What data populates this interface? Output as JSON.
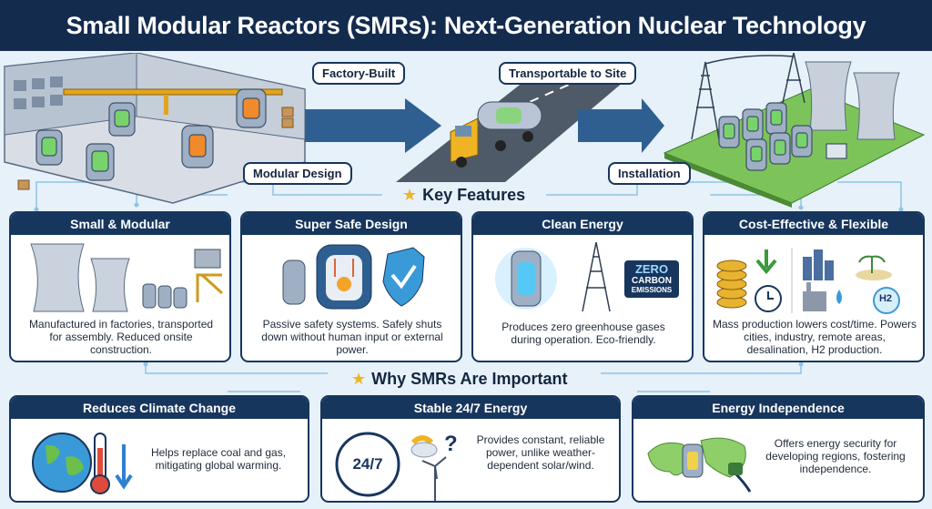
{
  "title": "Small Modular Reactors (SMRs): Next-Generation Nuclear Technology",
  "stages": {
    "factory_built": "Factory-Built",
    "transportable": "Transportable to Site",
    "modular_design": "Modular Design",
    "installation": "Installation"
  },
  "key_features": {
    "heading": "Key Features",
    "cards": [
      {
        "title": "Small & Modular",
        "text": "Manufactured in factories, transported for assembly. Reduced onsite construction."
      },
      {
        "title": "Super Safe Design",
        "text": "Passive safety systems. Safely shuts down without human input or external power."
      },
      {
        "title": "Clean Energy",
        "text": "Produces zero greenhouse gases during operation. Eco-friendly.",
        "badge": [
          "ZERO",
          "CARBON",
          "EMISSIONS"
        ]
      },
      {
        "title": "Cost-Effective & Flexible",
        "text": "Mass production lowers cost/time. Powers cities, industry, remote areas, desalination, H2 production.",
        "h2_label": "H2"
      }
    ]
  },
  "importance": {
    "heading": "Why SMRs Are Important",
    "cards": [
      {
        "title": "Reduces Climate Change",
        "text": "Helps replace coal and gas, mitigating global warming."
      },
      {
        "title": "Stable 24/7 Energy",
        "text": "Provides constant, reliable power, unlike weather-dependent solar/wind.",
        "clock_label": "24/7",
        "question": "?"
      },
      {
        "title": "Energy Independence",
        "text": "Offers energy security for developing regions, fostering independence."
      }
    ]
  },
  "colors": {
    "navy": "#17365e",
    "title_bg": "#132b4d",
    "background": "#e6f1fa",
    "accent": "#f0b323",
    "glow": "#6ad04a"
  }
}
